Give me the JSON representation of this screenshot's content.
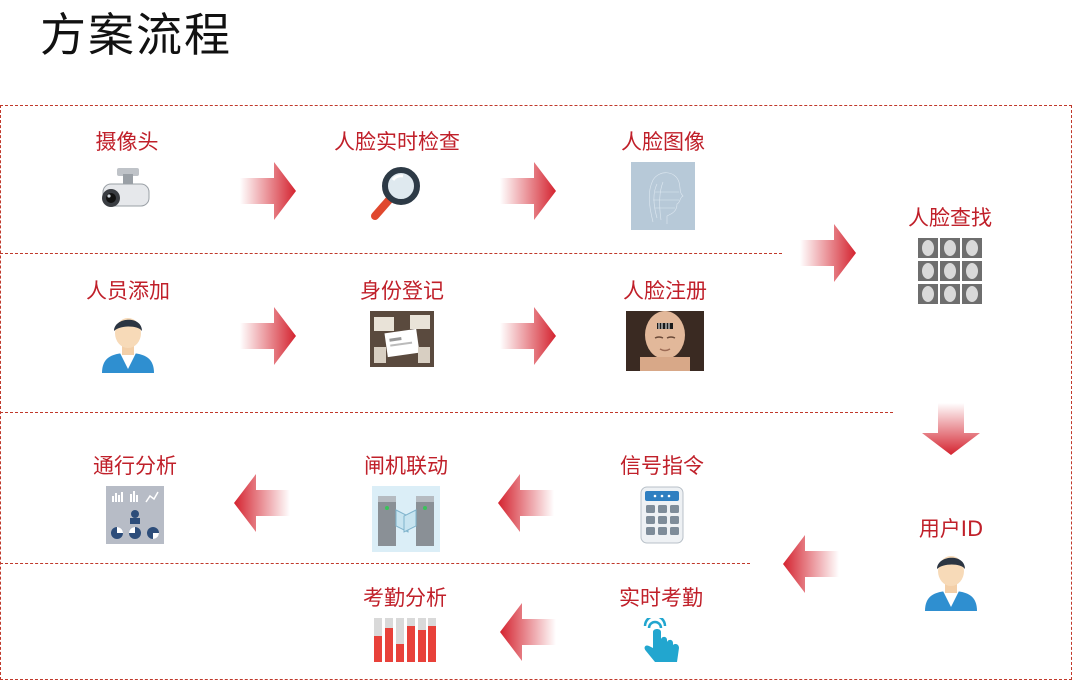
{
  "title": "方案流程",
  "colors": {
    "accent": "#c0202a",
    "border": "#c0392b"
  },
  "nodes": {
    "camera": {
      "label": "摄像头",
      "icon": "camera-icon"
    },
    "face_detect": {
      "label": "人脸实时检查",
      "icon": "magnifier-icon"
    },
    "face_image": {
      "label": "人脸图像",
      "icon": "face-scan-icon"
    },
    "face_search": {
      "label": "人脸查找",
      "icon": "face-grid-icon"
    },
    "person_add": {
      "label": "人员添加",
      "icon": "person-icon"
    },
    "id_register": {
      "label": "身份登记",
      "icon": "id-card-icon"
    },
    "face_register": {
      "label": "人脸注册",
      "icon": "face-barcode-icon"
    },
    "user_id": {
      "label": "用户ID",
      "icon": "person-icon"
    },
    "signal_cmd": {
      "label": "信号指令",
      "icon": "keypad-icon"
    },
    "gate_link": {
      "label": "闸机联动",
      "icon": "turnstile-icon"
    },
    "pass_analysis": {
      "label": "通行分析",
      "icon": "dashboard-icon"
    },
    "attendance": {
      "label": "实时考勤",
      "icon": "touch-icon"
    },
    "attendance_analysis": {
      "label": "考勤分析",
      "icon": "bar-chart-icon"
    }
  }
}
